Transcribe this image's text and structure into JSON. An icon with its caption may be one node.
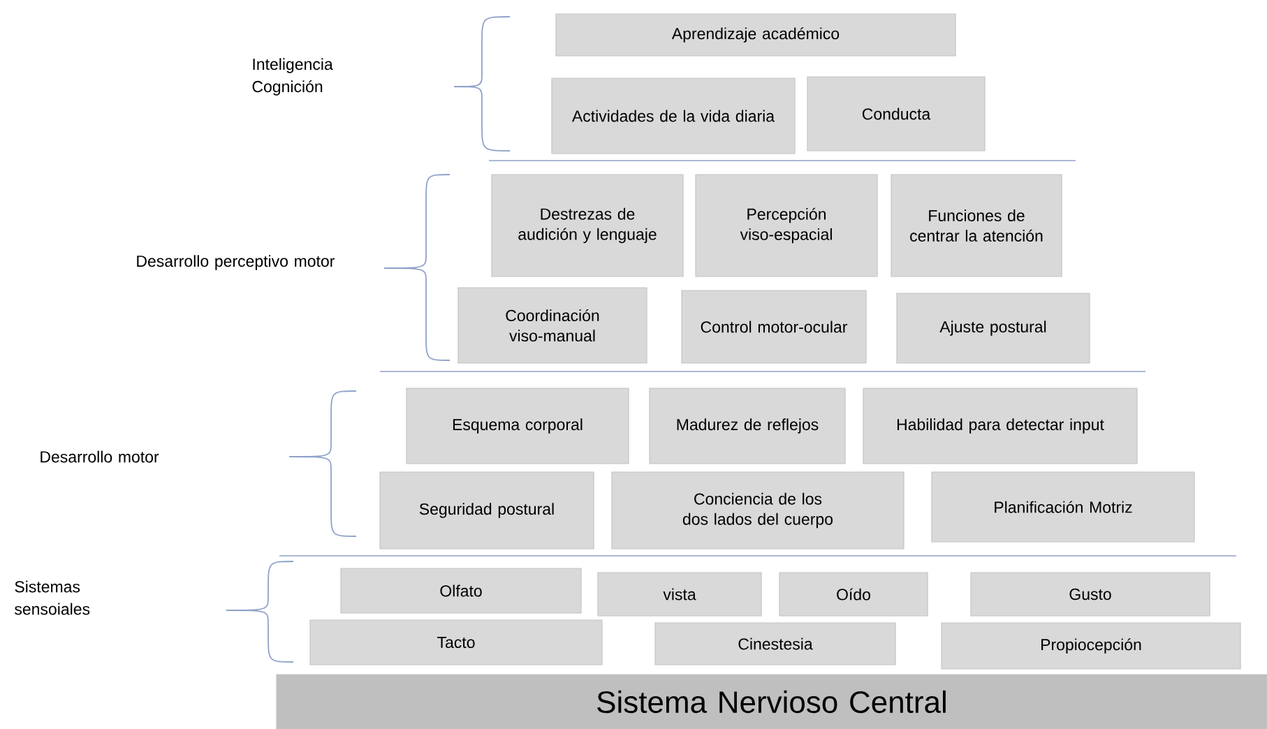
{
  "diagram": {
    "nodes": [
      {
        "text": [
          "Aprendizaje académico"
        ]
      },
      {
        "text": [
          "Actividades de la vida diaria"
        ]
      },
      {
        "text": [
          "Conducta"
        ]
      },
      {
        "text": [
          "Destrezas de audición y lenguaje"
        ]
      },
      {
        "text": [
          "Percepción viso-espacial"
        ]
      },
      {
        "text": [
          "Funciones de centrar la atención"
        ]
      },
      {
        "text": [
          "Coordinación viso-manual"
        ]
      },
      {
        "text": [
          "Control motor-ocular"
        ]
      },
      {
        "text": [
          "Ajuste postural"
        ]
      },
      {
        "text": [
          "Esquema corporal"
        ]
      },
      {
        "text": [
          "Madurez de reflejos"
        ]
      },
      {
        "text": [
          "Habilidad para detectar input"
        ]
      },
      {
        "text": [
          "Seguridad postural"
        ]
      },
      {
        "text": [
          "Conciencia de los dos lados del cuerpo"
        ]
      },
      {
        "text": [
          "Planificación Motriz"
        ]
      },
      {
        "text": [
          "Olfato"
        ]
      },
      {
        "text": [
          "vista"
        ]
      },
      {
        "text": [
          "Oído"
        ]
      },
      {
        "text": [
          "Gusto"
        ]
      },
      {
        "text": [
          "Tacto"
        ]
      },
      {
        "text": [
          "Cinestesia"
        ]
      },
      {
        "text": [
          "Propiocepción"
        ]
      },
      {
        "text": [
          "Sistema Nervioso Central"
        ]
      }
    ],
    "labels": [
      "Inteligencia Cognición",
      "Desarrollo perceptivo motor",
      "Desarrollo motor",
      "Sistemas sensoiales"
    ]
  }
}
